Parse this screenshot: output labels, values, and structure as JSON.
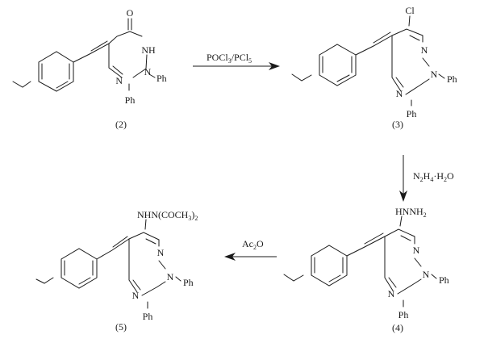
{
  "compounds": [
    {
      "id": "2",
      "label": "(2)",
      "atoms": {
        "carbonyl_o": "O",
        "nh": "NH",
        "ring_n1": "N",
        "ring_n2": "N",
        "n_ph": "Ph",
        "c_ph": "Ph"
      }
    },
    {
      "id": "3",
      "label": "(3)",
      "atoms": {
        "cl": "Cl",
        "ring_n1": "N",
        "ring_n2": "N",
        "ring_n3": "N",
        "n_ph": "Ph",
        "c_ph": "Ph"
      }
    },
    {
      "id": "4",
      "label": "(4)",
      "atoms": {
        "hydrazino_main": "HNNH",
        "hydrazino_sub": "2",
        "ring_n1": "N",
        "ring_n2": "N",
        "ring_n3": "N",
        "n_ph": "Ph",
        "c_ph": "Ph"
      }
    },
    {
      "id": "5",
      "label": "(5)",
      "atoms": {
        "subst_main": "NHN(COCH",
        "subst_sub": "3",
        "subst_close": ")",
        "subst_sub2": "2",
        "ring_n1": "N",
        "ring_n2": "N",
        "ring_n3": "N",
        "n_ph": "Ph",
        "c_ph": "Ph"
      }
    }
  ],
  "reactions": [
    {
      "from": "2",
      "to": "3",
      "reagent": {
        "p1": "POCl",
        "s1": "3",
        "p2": "/PCl",
        "s2": "5"
      }
    },
    {
      "from": "3",
      "to": "4",
      "reagent": {
        "p1": "N",
        "s1": "2",
        "p2": "H",
        "s2": "4",
        "p3": "·H",
        "s3": "2",
        "p4": "O"
      }
    },
    {
      "from": "4",
      "to": "5",
      "reagent": {
        "p1": "Ac",
        "s1": "2",
        "p2": "O"
      }
    }
  ],
  "colors": {
    "ink": "#1a1a1a",
    "background": "#ffffff"
  }
}
